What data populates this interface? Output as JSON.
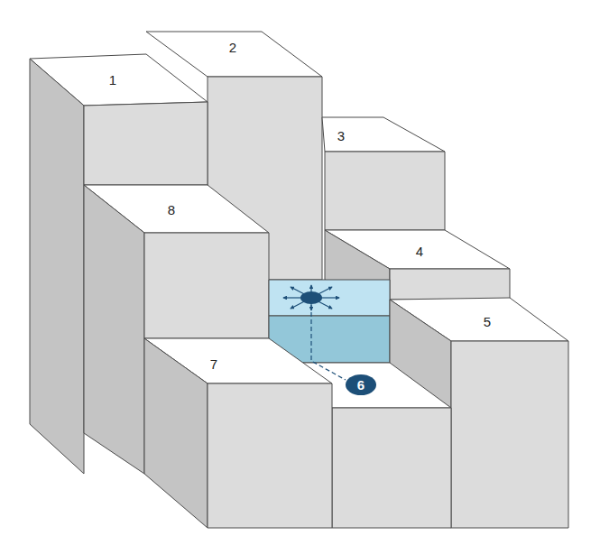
{
  "diagram": {
    "nodes": [
      {
        "text": [
          "6"
        ]
      }
    ],
    "labels": [
      "1",
      "2",
      "3",
      "4",
      "5",
      "8",
      "7"
    ]
  }
}
